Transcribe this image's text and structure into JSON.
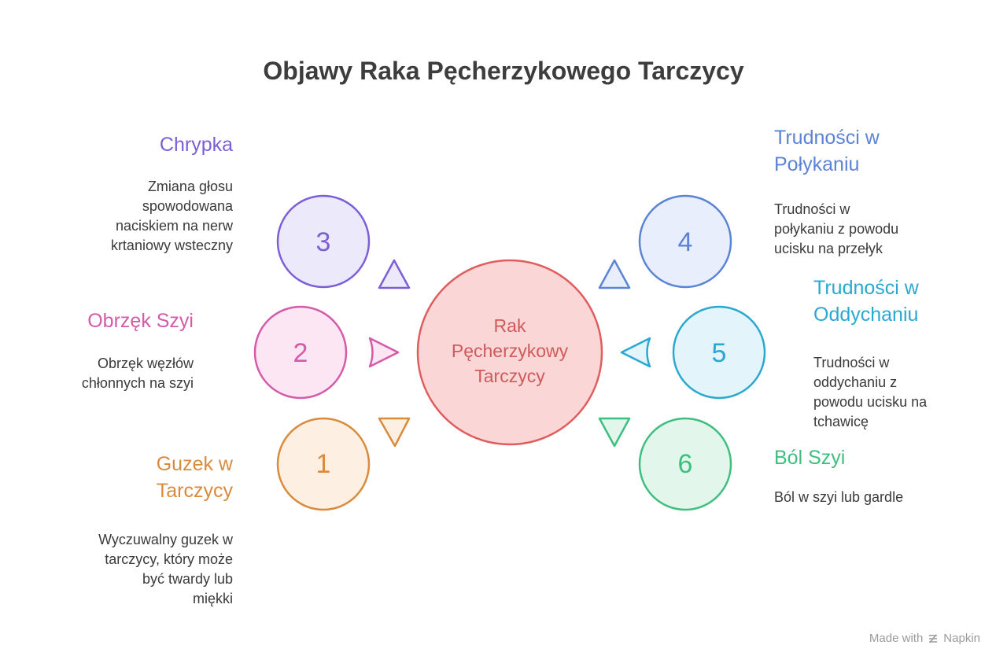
{
  "title": "Objawy Raka Pęcherzykowego Tarczycy",
  "center": {
    "line1": "Rak",
    "line2": "Pęcherzykowy",
    "line3": "Tarczycy",
    "color": "#e05d5d"
  },
  "items": [
    {
      "number": "1",
      "heading_line1": "Guzek w",
      "heading_line2": "Tarczycy",
      "desc": [
        "Wyczuwalny guzek w",
        "tarczycy, który może",
        "być twardy lub",
        "miękki"
      ],
      "color": "#d98a3c"
    },
    {
      "number": "2",
      "heading": "Obrzęk Szyi",
      "desc": [
        "Obrzęk węzłów",
        "chłonnych na szyi"
      ],
      "color": "#d45ba8"
    },
    {
      "number": "3",
      "heading": "Chrypka",
      "desc": [
        "Zmiana głosu",
        "spowodowana",
        "naciskiem na nerw",
        "krtaniowy wsteczny"
      ],
      "color": "#7c5fd6"
    },
    {
      "number": "4",
      "heading_line1": "Trudności w",
      "heading_line2": "Połykaniu",
      "desc": [
        "Trudności w",
        "połykaniu z powodu",
        "ucisku na przełyk"
      ],
      "color": "#5b84d6"
    },
    {
      "number": "5",
      "heading_line1": "Trudności w",
      "heading_line2": "Oddychaniu",
      "desc": [
        "Trudności w",
        "oddychaniu z",
        "powodu ucisku na",
        "tchawicę"
      ],
      "color": "#2aa8cf"
    },
    {
      "number": "6",
      "heading": "Ból Szyi",
      "desc": [
        "Ból w szyi lub gardle"
      ],
      "color": "#3fbf7f"
    }
  ],
  "footer": {
    "made_with": "Made with",
    "brand": "Napkin"
  }
}
